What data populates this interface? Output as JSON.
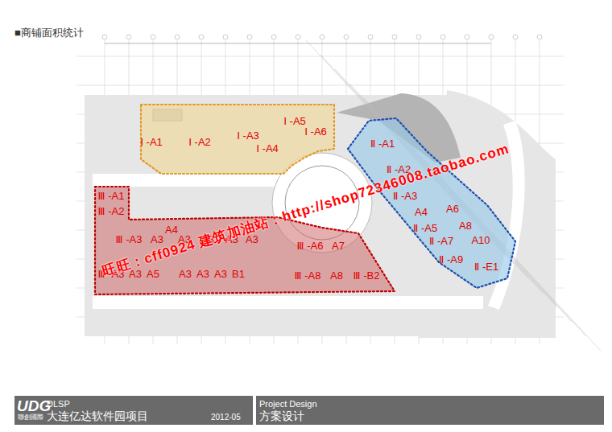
{
  "diagram": {
    "title": "■商铺面积统计",
    "nodes": [
      {
        "text": [
          "Ⅰ -A1",
          "Ⅰ -A2",
          "Ⅰ -A3",
          "Ⅰ -A4",
          "Ⅰ -A5",
          "Ⅰ -A6"
        ]
      },
      {
        "text": [
          "Ⅱ -A1",
          "Ⅱ -A2",
          "Ⅱ -A3",
          "A4",
          "A6",
          "Ⅱ -A5",
          "A8",
          "Ⅱ -A7",
          "A10",
          "Ⅱ -A9",
          "Ⅱ -E1"
        ]
      },
      {
        "text": [
          "Ⅲ -A1",
          "Ⅲ -A2",
          "A4",
          "Ⅲ -A3",
          "A3",
          "A3",
          "A3",
          "A3",
          "A3",
          "Ⅲ -A6",
          "A7",
          "Ⅲ -A3",
          "A3",
          "A5",
          "A3",
          "A3",
          "A3",
          "B1",
          "Ⅲ -A8",
          "A8",
          "Ⅲ -B2"
        ]
      }
    ],
    "labels": [
      "旺旺：cff0924 建筑加油站：http://shop72346008.taobao.com",
      "UDG",
      "聯創國際",
      "DLSP",
      "大连亿达软件园项目",
      "2012-05",
      "Project Design",
      "方案设计"
    ]
  }
}
